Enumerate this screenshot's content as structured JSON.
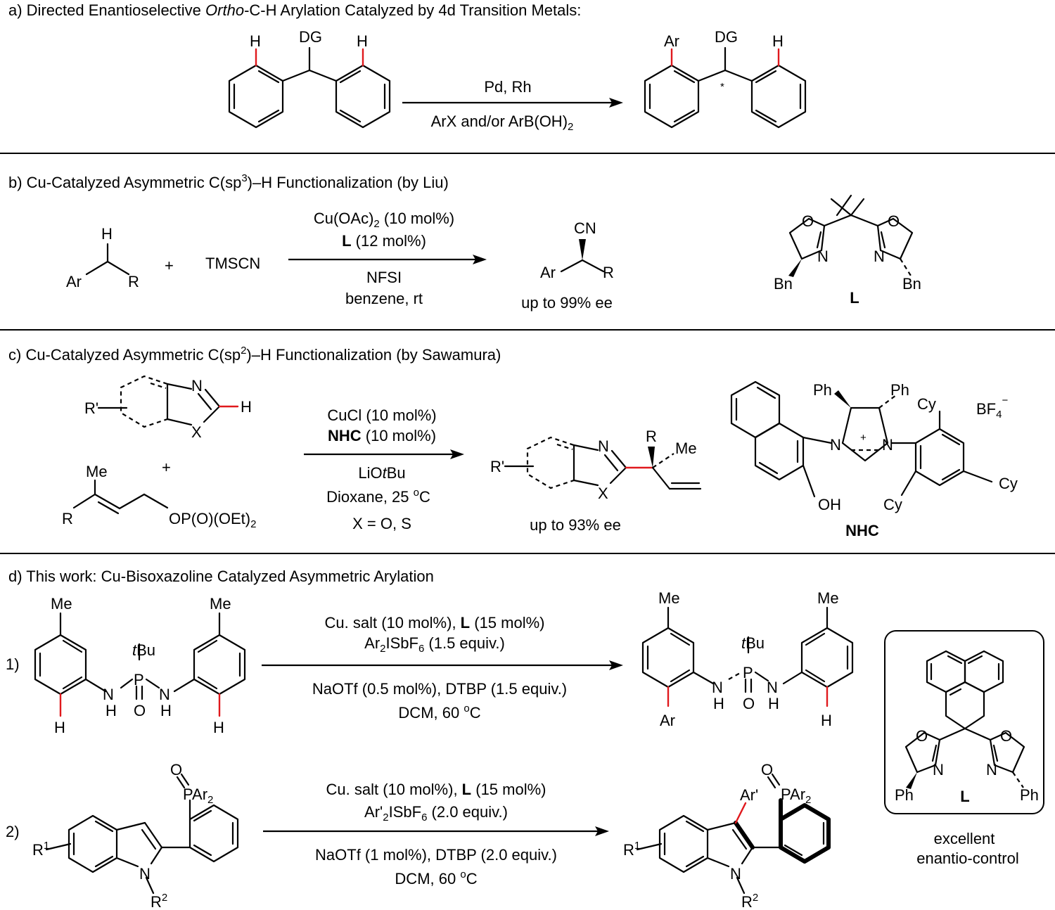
{
  "panel_a": {
    "title_pre": "a) Directed Enantioselective ",
    "title_italic": "Ortho",
    "title_post": "-C-H Arylation Catalyzed by 4d Transition Metals:",
    "sm_H1": "H",
    "sm_DG": "DG",
    "sm_H2": "H",
    "cond_top": "Pd, Rh",
    "cond_bottom": "ArX and/or ArB(OH)",
    "cond_bottom_sub": "2",
    "pr_Ar": "Ar",
    "pr_DG": "DG",
    "pr_H": "H",
    "pr_star": "*"
  },
  "panel_b": {
    "title": "b) Cu-Catalyzed Asymmetric C(sp",
    "title_sup": "3",
    "title_post": ")–H Functionalization (by Liu)",
    "sm_H": "H",
    "sm_Ar": "Ar",
    "sm_R": "R",
    "plus": "+",
    "reagent": "TMSCN",
    "cond1": "Cu(OAc)",
    "cond1_sub": "2",
    "cond1_post": " (10 mol%)",
    "cond2_bold": "L",
    "cond2": " (12 mol%)",
    "cond3": "NFSI",
    "cond4": "benzene, rt",
    "pr_CN": "CN",
    "pr_Ar": "Ar",
    "pr_R": "R",
    "result": "up to 99% ee",
    "lig_O1": "O",
    "lig_O2": "O",
    "lig_N1": "N",
    "lig_N2": "N",
    "lig_Bn1": "Bn",
    "lig_Bn2": "Bn",
    "lig_label": "L"
  },
  "panel_c": {
    "title": "c) Cu-Catalyzed Asymmetric C(sp",
    "title_sup": "2",
    "title_post": ")–H Functionalization (by Sawamura)",
    "sm_Rp": "R'",
    "sm_N": "N",
    "sm_X": "X",
    "sm_H": "H",
    "plus": "+",
    "al_Me": "Me",
    "al_R": "R",
    "al_OP": "OP(O)(OEt)",
    "al_OP_sub": "2",
    "cond1": "CuCl (10 mol%)",
    "cond2_bold": "NHC",
    "cond2": " (10 mol%)",
    "cond3_pre": "LiO",
    "cond3_it": "t",
    "cond3_post": "Bu",
    "cond4": "Dioxane, 25 ",
    "cond4_sup": "o",
    "cond4_post": "C",
    "cond5": "X = O, S",
    "pr_Rp": "R'",
    "pr_N": "N",
    "pr_X": "X",
    "pr_R": "R",
    "pr_Me": "Me",
    "result": "up to 93% ee",
    "nhc_Ph1": "Ph",
    "nhc_Ph2": "Ph",
    "nhc_Cy1": "Cy",
    "nhc_Cy2": "Cy",
    "nhc_Cy3": "Cy",
    "nhc_BF4": "BF",
    "nhc_BF4_sub": "4",
    "nhc_BF4_sup": "−",
    "nhc_N1": "N",
    "nhc_N2": "N",
    "nhc_plus": "+",
    "nhc_OH": "OH",
    "nhc_label": "NHC"
  },
  "panel_d": {
    "title": "d) This work: Cu-Bisoxazoline Catalyzed Asymmetric Arylation",
    "r1_num": "1)",
    "r1_Me1": "Me",
    "r1_Me2": "Me",
    "r1_tBu_it": "t",
    "r1_tBu": "Bu",
    "r1_P": "P",
    "r1_O": "O",
    "r1_N": "N",
    "r1_H": "H",
    "r1_cond1_pre": "Cu. salt (10 mol%), ",
    "r1_cond1_bold": "L",
    "r1_cond1_post": " (15 mol%)",
    "r1_cond2_pre": "Ar",
    "r1_cond2_sub": "2",
    "r1_cond2_mid": "ISbF",
    "r1_cond2_sub2": "6",
    "r1_cond2_post": " (1.5 equiv.)",
    "r1_cond3": "NaOTf (0.5 mol%), DTBP (1.5 equiv.)",
    "r1_cond4": "DCM, 60 ",
    "r1_cond4_sup": "o",
    "r1_cond4_post": "C",
    "r1_pr_Ar": "Ar",
    "r2_num": "2)",
    "r2_O": "O",
    "r2_PAr": "PAr",
    "r2_PAr_sub": "2",
    "r2_R1": "R",
    "r2_R1_sup": "1",
    "r2_N": "N",
    "r2_R2": "R",
    "r2_R2_sup": "2",
    "r2_cond1_pre": "Cu. salt (10 mol%), ",
    "r2_cond1_bold": "L",
    "r2_cond1_post": " (15 mol%)",
    "r2_cond2_pre": "Ar'",
    "r2_cond2_sub": "2",
    "r2_cond2_mid": "ISbF",
    "r2_cond2_sub2": "6",
    "r2_cond2_post": " (2.0 equiv.)",
    "r2_cond3": "NaOTf (1 mol%), DTBP (2.0 equiv.)",
    "r2_cond4": "DCM, 60 ",
    "r2_cond4_sup": "o",
    "r2_cond4_post": "C",
    "r2_pr_Arp": "Ar'",
    "box_O1": "O",
    "box_O2": "O",
    "box_N1": "N",
    "box_N2": "N",
    "box_Ph1": "Ph",
    "box_Ph2": "Ph",
    "box_L": "L",
    "caption1": "excellent",
    "caption2": "enantio-control"
  }
}
